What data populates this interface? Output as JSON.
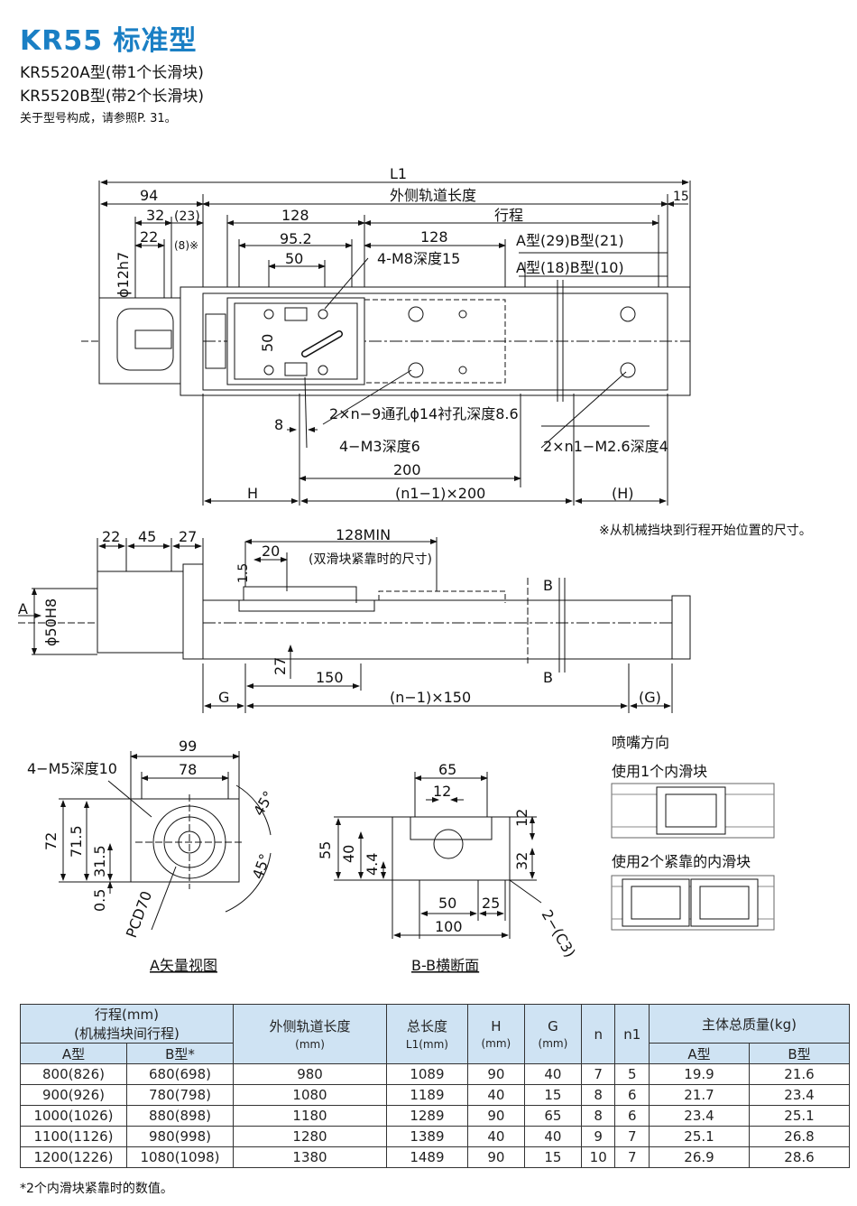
{
  "header": {
    "title": "KR55  标准型",
    "line1": "KR5520A型(带1个长滑块)",
    "line2": "KR5520B型(带2个长滑块)",
    "line3": "关于型号构成，请参照P. 31。"
  },
  "top_view": {
    "L1": "L1",
    "d94": "94",
    "outer_rail": "外侧轨道长度",
    "d15": "15",
    "d32": "32",
    "d23": "(23)",
    "d128a": "128",
    "stroke": "行程",
    "d22": "22",
    "d8": "(8)※",
    "d95": "95.2",
    "d128b": "128",
    "a29b21": "A型(29)B型(21)",
    "d12h7": "ϕ12h7",
    "d50a": "50",
    "m8": "4-M8深度15",
    "a18b10": "A型(18)B型(10)",
    "d50b": "50",
    "through": "2×n−9通孔ϕ14衬孔深度8.6",
    "d8b": "8",
    "m3": "4−M3深度6",
    "n1m26": "2×n1−M2.6深度4",
    "d200": "200",
    "H": "H",
    "n1x200": "(n1−1)×200",
    "Hp": "(H)",
    "note": "※从机械挡块到行程开始位置的尺寸。"
  },
  "side_view": {
    "d22": "22",
    "d45": "45",
    "d27": "27",
    "min128": "128MIN",
    "d20": "20",
    "dual": "(双滑块紧靠时的尺寸)",
    "d15": "1.5",
    "B1": "B",
    "A": "A",
    "d50h8": "ϕ50H8",
    "d27b": "27",
    "d150": "150",
    "B2": "B",
    "G": "G",
    "nx150": "(n−1)×150",
    "Gp": "(G)"
  },
  "a_view": {
    "m5": "4−M5深度10",
    "d99": "99",
    "d78": "78",
    "d72": "72",
    "d715": "71.5",
    "d315": "31.5",
    "d05": "0.5",
    "a45a": "45°",
    "a45b": "45°",
    "pcd": "PCD70",
    "caption": "A矢量视图"
  },
  "bb_view": {
    "d65": "65",
    "d12": "12",
    "d12b": "12",
    "d55": "55",
    "d40": "40",
    "d44": "4.4",
    "d32": "32",
    "d50": "50",
    "d25": "25",
    "d100": "100",
    "c3": "2−(C3)",
    "caption": "B-B横断面"
  },
  "nozzle": {
    "title": "喷嘴方向",
    "one": "使用1个内滑块",
    "two": "使用2个紧靠的内滑块"
  },
  "table": {
    "h_stroke": "行程(mm)",
    "h_stroke2": "(机械挡块间行程)",
    "h_outer": "外侧轨道长度",
    "h_mm": "(mm)",
    "h_total": "总长度",
    "h_L1": "L1(mm)",
    "h_H": "H",
    "h_G": "G",
    "h_n": "n",
    "h_n1": "n1",
    "h_mass": "主体总质量(kg)",
    "h_A": "A型",
    "h_B": "B型*",
    "h_mA": "A型",
    "h_mB": "B型",
    "rows": [
      [
        "800(826)",
        "680(698)",
        "980",
        "1089",
        "90",
        "40",
        "7",
        "5",
        "19.9",
        "21.6"
      ],
      [
        "900(926)",
        "780(798)",
        "1080",
        "1189",
        "40",
        "15",
        "8",
        "6",
        "21.7",
        "23.4"
      ],
      [
        "1000(1026)",
        "880(898)",
        "1180",
        "1289",
        "90",
        "65",
        "8",
        "6",
        "23.4",
        "25.1"
      ],
      [
        "1100(1126)",
        "980(998)",
        "1280",
        "1389",
        "40",
        "40",
        "9",
        "7",
        "25.1",
        "26.8"
      ],
      [
        "1200(1226)",
        "1080(1098)",
        "1380",
        "1489",
        "90",
        "15",
        "10",
        "7",
        "26.9",
        "28.6"
      ]
    ],
    "footnote": "*2个内滑块紧靠时的数值。"
  }
}
